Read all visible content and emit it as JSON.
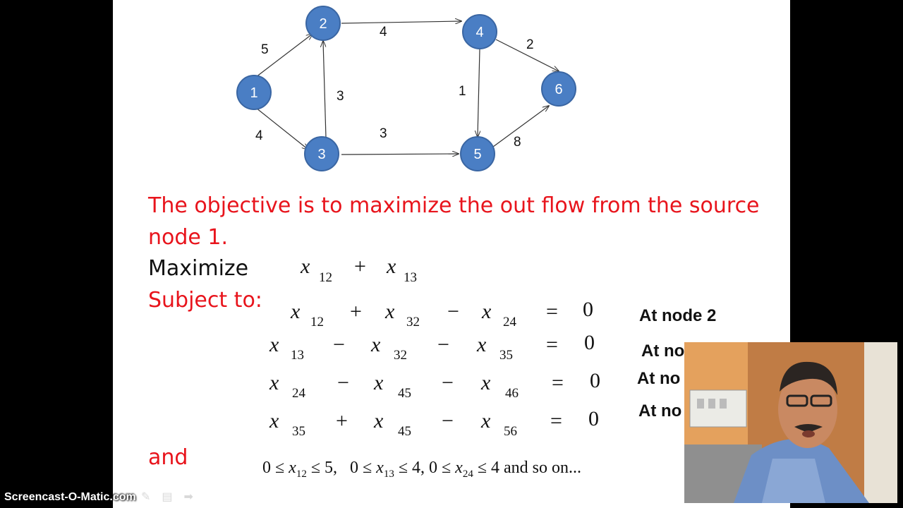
{
  "graph": {
    "nodes": [
      "1",
      "2",
      "3",
      "4",
      "5",
      "6"
    ],
    "edges": [
      {
        "from": "1",
        "to": "2",
        "capacity": "5"
      },
      {
        "from": "1",
        "to": "3",
        "capacity": "4"
      },
      {
        "from": "3",
        "to": "2",
        "capacity": "3"
      },
      {
        "from": "2",
        "to": "4",
        "capacity": "4"
      },
      {
        "from": "3",
        "to": "5",
        "capacity": "3"
      },
      {
        "from": "4",
        "to": "5",
        "capacity": "1"
      },
      {
        "from": "4",
        "to": "6",
        "capacity": "2"
      },
      {
        "from": "5",
        "to": "6",
        "capacity": "8"
      }
    ]
  },
  "text": {
    "objective_line1": "The objective is to maximize the out flow from the source",
    "objective_line2": "node 1.",
    "maximize_label": "Maximize",
    "subject_to_label": "Subject to:",
    "and_label": "and"
  },
  "objective": {
    "var": "x",
    "sub1": "12",
    "op": "+",
    "sub2": "13"
  },
  "constraints": [
    {
      "terms": [
        {
          "var": "x",
          "sub": "12"
        },
        {
          "op": "+"
        },
        {
          "var": "x",
          "sub": "32"
        },
        {
          "op": "−"
        },
        {
          "var": "x",
          "sub": "24"
        }
      ],
      "eq": "=",
      "rhs": "0",
      "label": "At node 2"
    },
    {
      "terms": [
        {
          "var": "x",
          "sub": "13"
        },
        {
          "op": "−"
        },
        {
          "var": "x",
          "sub": "32"
        },
        {
          "op": "−"
        },
        {
          "var": "x",
          "sub": "35"
        }
      ],
      "eq": "=",
      "rhs": "0",
      "label": "At no"
    },
    {
      "terms": [
        {
          "var": "x",
          "sub": "24"
        },
        {
          "op": "−"
        },
        {
          "var": "x",
          "sub": "45"
        },
        {
          "op": "−"
        },
        {
          "var": "x",
          "sub": "46"
        }
      ],
      "eq": "=",
      "rhs": "0",
      "label": "At no"
    },
    {
      "terms": [
        {
          "var": "x",
          "sub": "35"
        },
        {
          "op": "+"
        },
        {
          "var": "x",
          "sub": "45"
        },
        {
          "op": "−"
        },
        {
          "var": "x",
          "sub": "56"
        }
      ],
      "eq": "=",
      "rhs": "0",
      "label": "At no"
    }
  ],
  "bounds": {
    "parts": [
      {
        "pre": "0 ≤ ",
        "var": "x",
        "sub": "12",
        "post": " ≤ 5,   "
      },
      {
        "pre": "0 ≤ ",
        "var": "x",
        "sub": "13",
        "post": " ≤ 4, "
      },
      {
        "pre": "0 ≤ ",
        "var": "x",
        "sub": "24",
        "post": " ≤ 4 and so on..."
      }
    ]
  },
  "watermark": "Screencast-O-Matic.com",
  "colors": {
    "node_fill": "#4a7ec4",
    "node_stroke": "#3a66a3",
    "emphasis": "#e8141c"
  }
}
